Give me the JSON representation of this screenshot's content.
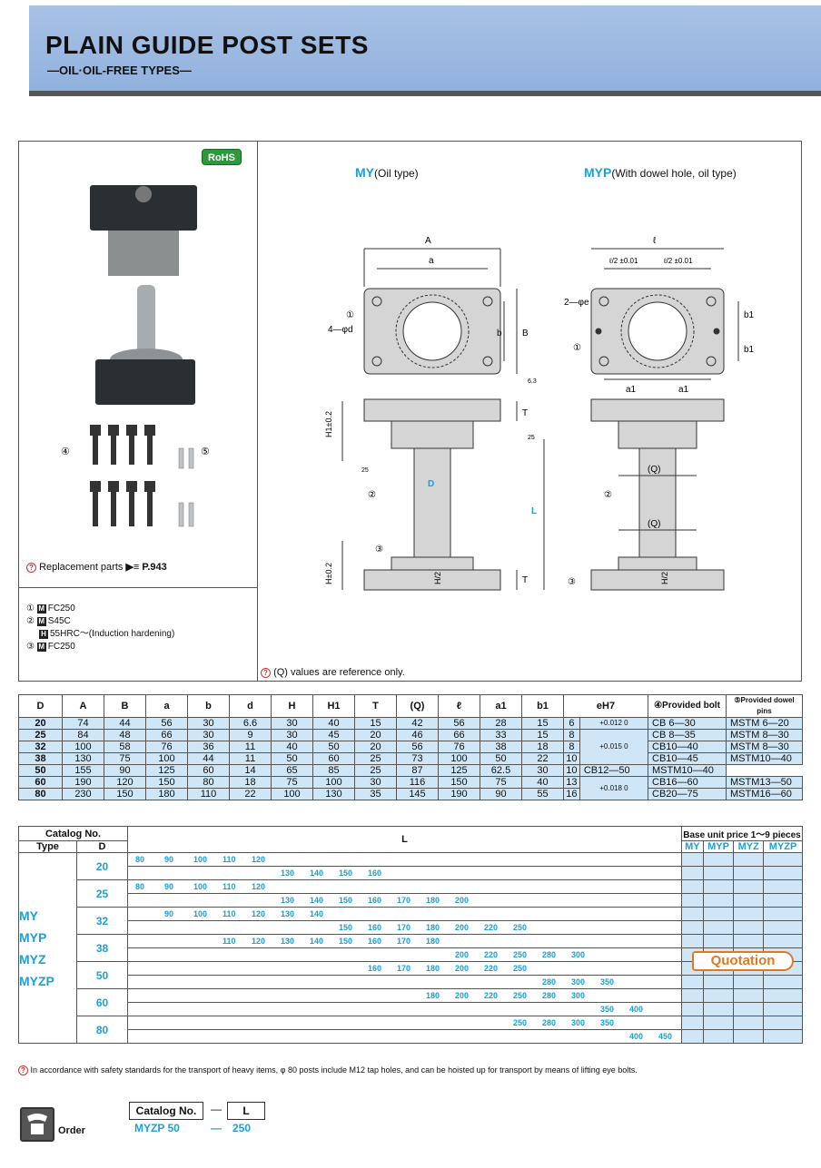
{
  "header": {
    "title": "PLAIN GUIDE POST SETS",
    "subtitle": "—OIL·OIL-FREE TYPES—"
  },
  "rohs": "RoHS",
  "replacement": {
    "label": "Replacement parts",
    "page": "P.943"
  },
  "parts_labels": {
    "p4": "④",
    "p5": "⑤"
  },
  "materials": [
    {
      "num": "①",
      "tag": "M",
      "text": "FC250"
    },
    {
      "num": "②",
      "tag": "M",
      "text": "S45C"
    },
    {
      "num": "",
      "tag": "H",
      "text": "55HRC～(Induction hardening)"
    },
    {
      "num": "③",
      "tag": "M",
      "text": "FC250"
    }
  ],
  "diagram": {
    "my": {
      "code": "MY",
      "desc": "(Oil type)"
    },
    "myp": {
      "code": "MYP",
      "desc": "(With dowel hole, oil type)"
    },
    "labels": {
      "A": "A",
      "a": "a",
      "b": "b",
      "B": "B",
      "l": "ℓ",
      "e": "2—φe",
      "d": "4—φd",
      "D": "D",
      "L": "L",
      "T": "T",
      "H1": "H1±0.2",
      "H": "H±0.2",
      "H2": "H/2",
      "Q": "(Q)",
      "a1": "a1",
      "b1": "b1",
      "half": "ℓ/2 ±0.01",
      "c1": "①",
      "c2": "②",
      "c3": "③",
      "r63": "6.3",
      "r25": "25"
    },
    "q_note": "(Q)  values are reference only."
  },
  "dim_table": {
    "headers": [
      "D",
      "A",
      "B",
      "a",
      "b",
      "d",
      "H",
      "H1",
      "T",
      "(Q)",
      "ℓ",
      "a1",
      "b1",
      "eH7",
      "",
      "④Provided bolt",
      "⑤Provided dowel pins"
    ],
    "rows": [
      [
        "20",
        "74",
        "44",
        "56",
        "30",
        "6.6",
        "30",
        "40",
        "15",
        "42",
        "56",
        "28",
        "15",
        "6",
        "CB 6—30",
        "MSTM 6—20"
      ],
      [
        "25",
        "84",
        "48",
        "66",
        "30",
        "9",
        "30",
        "45",
        "20",
        "46",
        "66",
        "33",
        "15",
        "8",
        "CB 8—35",
        "MSTM 8—30"
      ],
      [
        "32",
        "100",
        "58",
        "76",
        "36",
        "11",
        "40",
        "50",
        "20",
        "56",
        "76",
        "38",
        "18",
        "8",
        "CB10—40",
        "MSTM 8—30"
      ],
      [
        "38",
        "130",
        "75",
        "100",
        "44",
        "11",
        "50",
        "60",
        "25",
        "73",
        "100",
        "50",
        "22",
        "10",
        "CB10—45",
        "MSTM10—40"
      ],
      [
        "50",
        "155",
        "90",
        "125",
        "60",
        "14",
        "65",
        "85",
        "25",
        "87",
        "125",
        "62.5",
        "30",
        "10",
        "CB12—50",
        "MSTM10—40"
      ],
      [
        "60",
        "190",
        "120",
        "150",
        "80",
        "18",
        "75",
        "100",
        "30",
        "116",
        "150",
        "75",
        "40",
        "13",
        "CB16—60",
        "MSTM13—50"
      ],
      [
        "80",
        "230",
        "150",
        "180",
        "110",
        "22",
        "100",
        "130",
        "35",
        "145",
        "190",
        "90",
        "55",
        "16",
        "CB20—75",
        "MSTM16—60"
      ]
    ],
    "tol": [
      "+0.012 0",
      "+0.015 0",
      "+0.018 0"
    ]
  },
  "catalog": {
    "head_catalog": "Catalog No.",
    "head_type": "Type",
    "head_d": "D",
    "head_l": "L",
    "head_price": "Base unit price  1～9 pieces",
    "price_cols": [
      "MY",
      "MYP",
      "MYZ",
      "MYZP"
    ],
    "types": [
      "MY",
      "MYP",
      "MYZ",
      "MYZP"
    ],
    "groups": [
      {
        "d": "20",
        "r1": [
          "80",
          "90",
          "100",
          "110",
          "120"
        ],
        "r2": [
          "130",
          "140",
          "150",
          "160"
        ]
      },
      {
        "d": "25",
        "r1": [
          "80",
          "90",
          "100",
          "110",
          "120"
        ],
        "r2": [
          "130",
          "140",
          "150",
          "160",
          "170",
          "180",
          "200"
        ]
      },
      {
        "d": "32",
        "r1": [
          "90",
          "100",
          "110",
          "120",
          "130",
          "140"
        ],
        "r2": [
          "150",
          "160",
          "170",
          "180",
          "200",
          "220",
          "250"
        ]
      },
      {
        "d": "38",
        "r1": [
          "110",
          "120",
          "130",
          "140",
          "150",
          "160",
          "170",
          "180"
        ],
        "r2": [
          "200",
          "220",
          "250",
          "280",
          "300"
        ]
      },
      {
        "d": "50",
        "r1": [
          "160",
          "170",
          "180",
          "200",
          "220",
          "250"
        ],
        "r2": [
          "280",
          "300",
          "350"
        ]
      },
      {
        "d": "60",
        "r1": [
          "180",
          "200",
          "220",
          "250",
          "280",
          "300"
        ],
        "r2": [
          "350",
          "400"
        ]
      },
      {
        "d": "80",
        "r1": [
          "250",
          "280",
          "300",
          "350"
        ],
        "r2": [
          "400",
          "450"
        ]
      }
    ],
    "quotation": "Quotation"
  },
  "safety_note": "In accordance with safety standards for the transport of heavy items,  φ 80 posts include M12 tap holes, and can be hoisted up for transport by means of lifting eye bolts.",
  "order": {
    "label": "Order",
    "catalog": "Catalog No.",
    "dash": "—",
    "l": "L",
    "ex_cat": "MYZP  50",
    "ex_dash": "—",
    "ex_l": "250"
  }
}
